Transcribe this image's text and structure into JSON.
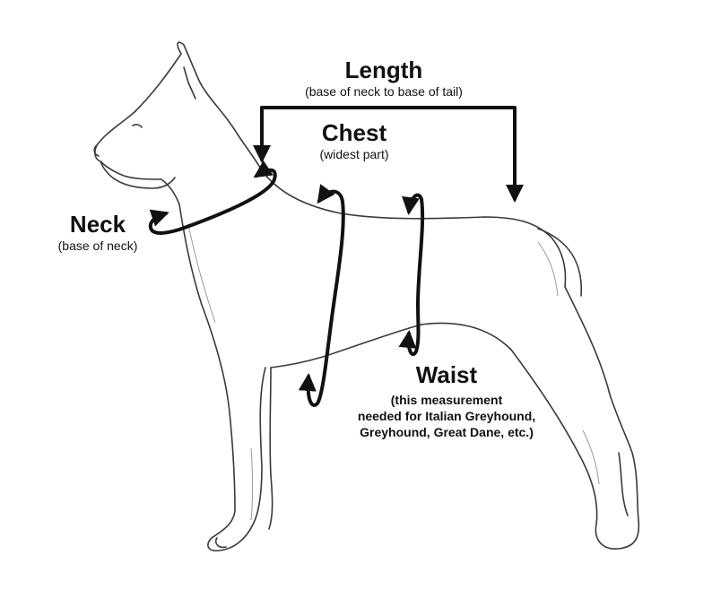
{
  "labels": {
    "length": {
      "title": "Length",
      "sub": "(base of neck to base of tail)"
    },
    "chest": {
      "title": "Chest",
      "sub": "(widest part)"
    },
    "neck": {
      "title": "Neck",
      "sub": "(base of neck)"
    },
    "waist": {
      "title": "Waist",
      "note_line1": "(this measurement",
      "note_line2": "needed for Italian Greyhound,",
      "note_line3": "Greyhound, Great Dane,  etc.)"
    }
  },
  "colors": {
    "ink": "#111111",
    "sketch": "#3a3a3a",
    "shade": "#9a9a9a"
  },
  "icons": {
    "figure": "dog-outline-sketch",
    "arrows": "measurement-arrow"
  }
}
